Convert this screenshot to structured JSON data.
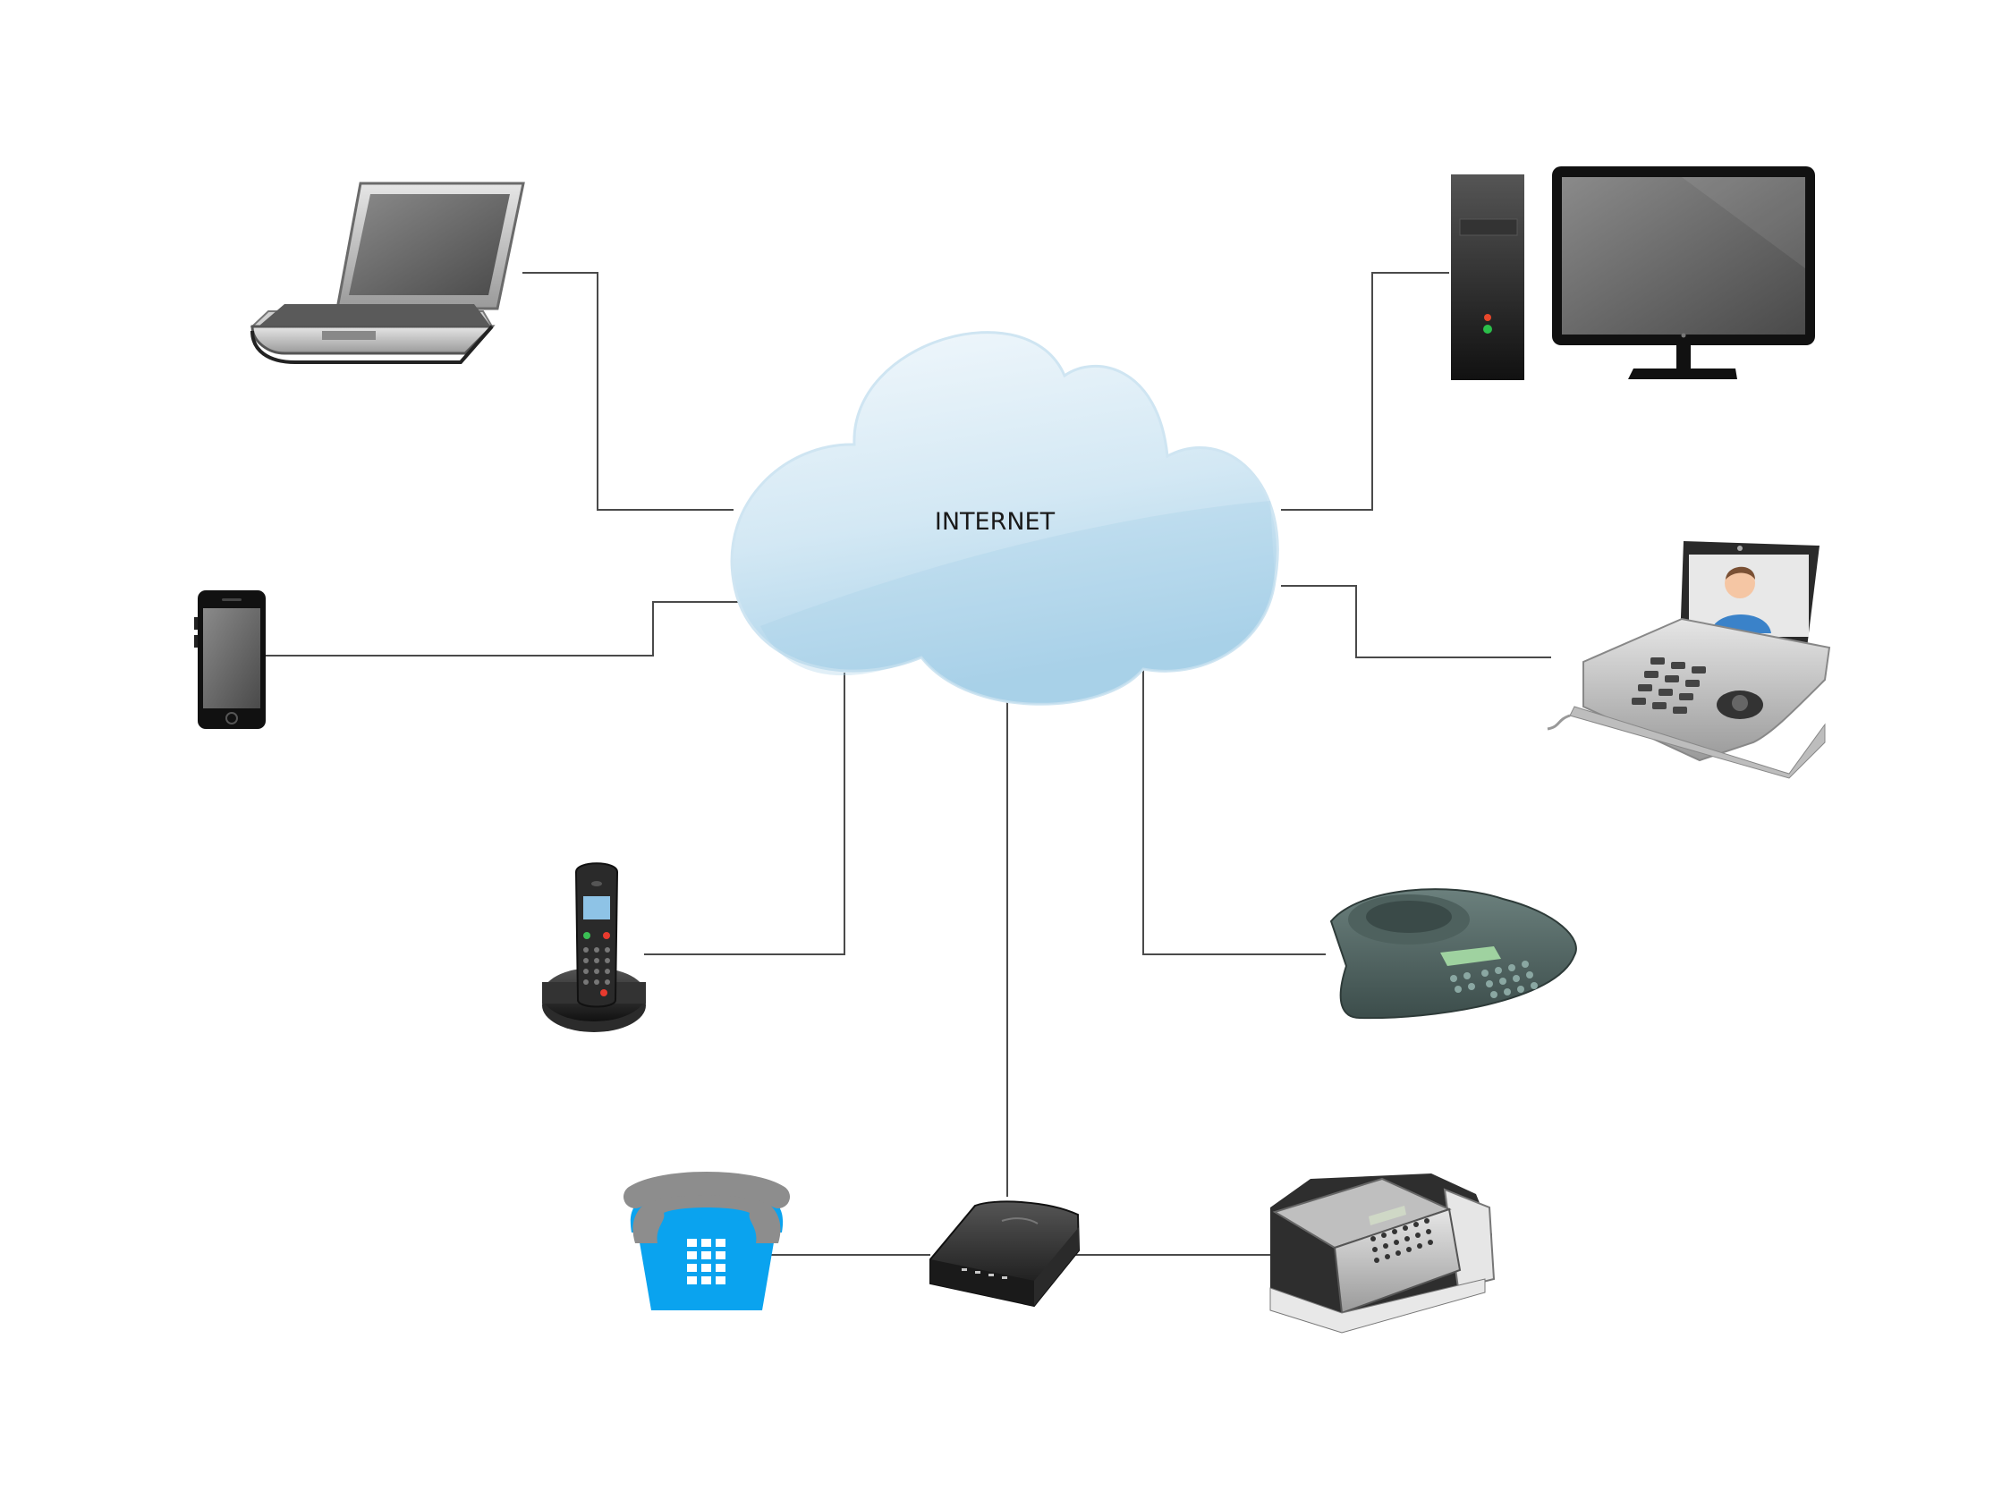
{
  "cloud": {
    "label": "INTERNET",
    "fill_top": "#f2f8fc",
    "fill_bottom": "#aed4ea"
  },
  "devices": [
    {
      "name": "laptop",
      "icon": "laptop-icon"
    },
    {
      "name": "desktop-computer",
      "icon": "desktop-computer-icon"
    },
    {
      "name": "smartphone",
      "icon": "smartphone-icon"
    },
    {
      "name": "video-phone",
      "icon": "video-phone-icon"
    },
    {
      "name": "cordless-phone",
      "icon": "cordless-phone-icon"
    },
    {
      "name": "conference-phone",
      "icon": "conference-phone-icon"
    },
    {
      "name": "analog-phone",
      "icon": "analog-phone-icon",
      "color": "#0aa3ef"
    },
    {
      "name": "voip-adapter",
      "icon": "voip-adapter-icon"
    },
    {
      "name": "fax-machine",
      "icon": "fax-machine-icon"
    }
  ],
  "connections": [
    [
      "laptop",
      "cloud"
    ],
    [
      "smartphone",
      "cloud"
    ],
    [
      "cordless-phone",
      "cloud"
    ],
    [
      "voip-adapter",
      "cloud"
    ],
    [
      "conference-phone",
      "cloud"
    ],
    [
      "video-phone",
      "cloud"
    ],
    [
      "desktop-computer",
      "cloud"
    ],
    [
      "analog-phone",
      "voip-adapter"
    ],
    [
      "voip-adapter",
      "fax-machine"
    ]
  ]
}
